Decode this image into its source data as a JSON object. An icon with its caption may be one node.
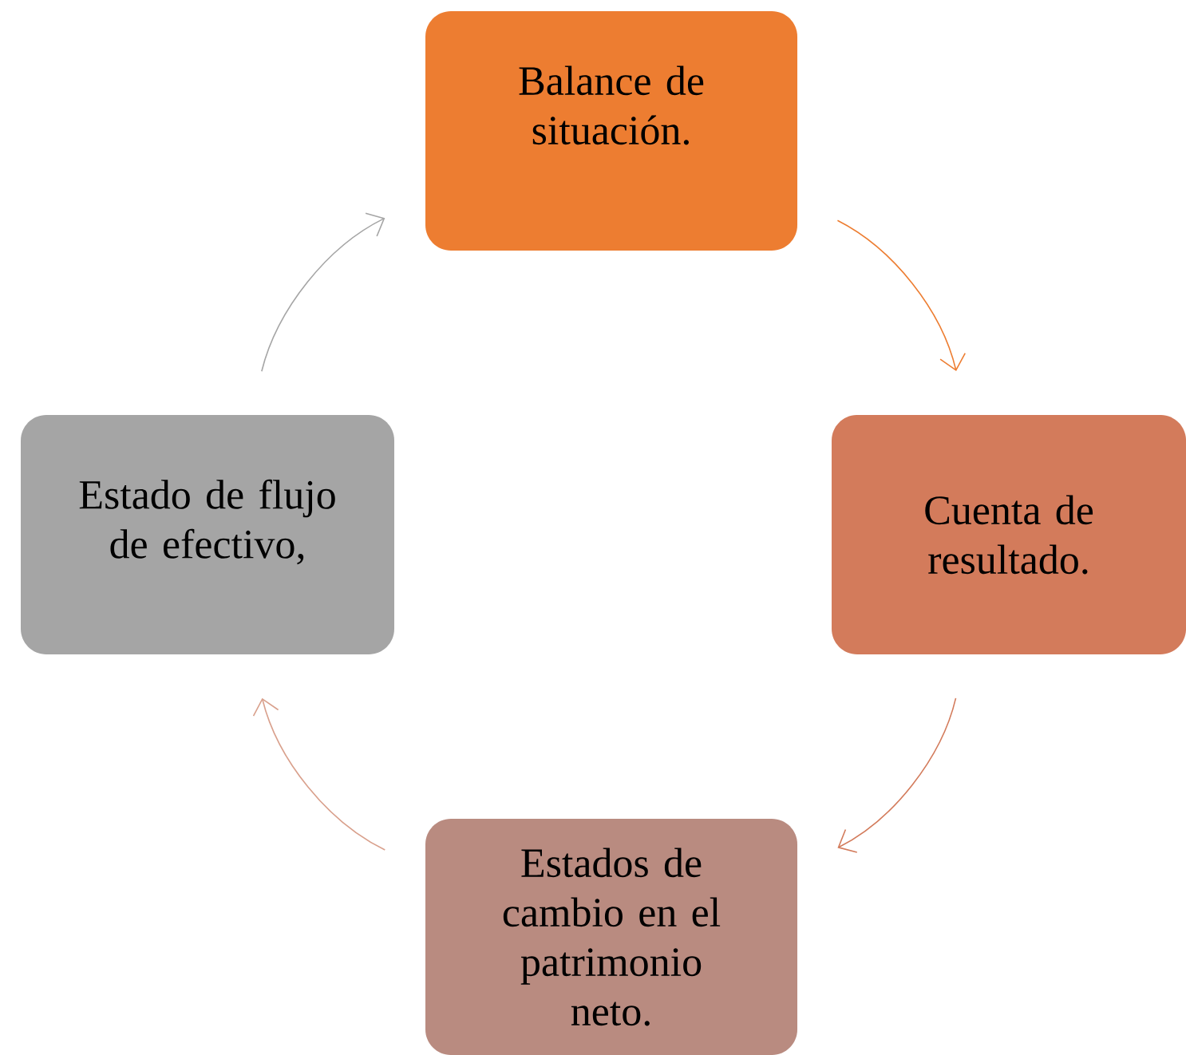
{
  "diagram": {
    "nodes": [
      {
        "text": [
          "Balance de situación."
        ]
      },
      {
        "text": [
          "Cuenta de resultado."
        ]
      },
      {
        "text": [
          "Estados de cambio en el patrimonio neto."
        ]
      },
      {
        "text": [
          "Estado de flujo de efectivo,"
        ]
      }
    ],
    "edges": [
      {
        "from": 0,
        "to": 1,
        "arrow": "to",
        "color": "#ed7d31"
      },
      {
        "from": 1,
        "to": 2,
        "arrow": "to",
        "color": "#d37b5b"
      },
      {
        "from": 2,
        "to": 3,
        "arrow": "to",
        "color": "#d9a08c"
      },
      {
        "from": 3,
        "to": 0,
        "arrow": "to",
        "color": "#a5a5a5"
      }
    ]
  }
}
